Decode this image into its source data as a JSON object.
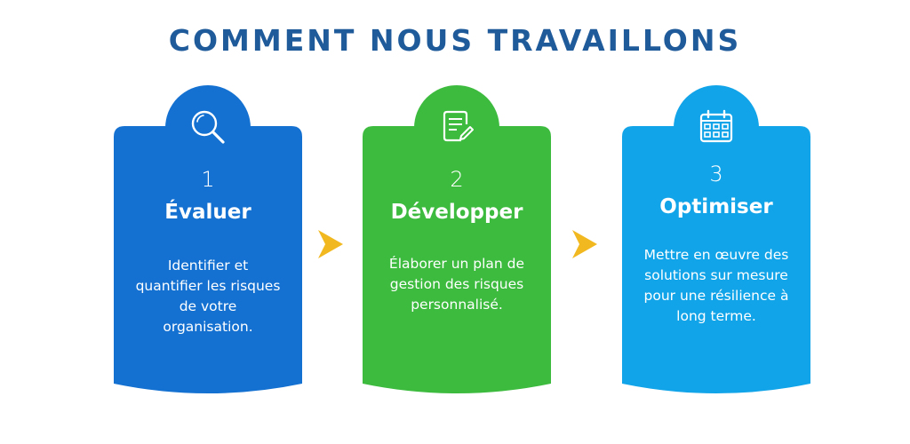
{
  "title": "COMMENT NOUS TRAVAILLONS",
  "colors": {
    "title": "#1f5a9a",
    "step1": "#1471d1",
    "step2": "#3dbb3f",
    "step3": "#12a4e8",
    "arrow": "#f1b81f"
  },
  "steps": [
    {
      "number": "1",
      "title": "Évaluer",
      "description": "Identifier et quantifier les risques de votre organisation.",
      "icon": "magnifier-icon"
    },
    {
      "number": "2",
      "title": "Développer",
      "description": "Élaborer un plan de gestion des risques personnalisé.",
      "icon": "document-edit-icon"
    },
    {
      "number": "3",
      "title": "Optimiser",
      "description": "Mettre en œuvre des solutions sur mesure pour une résilience à long terme.",
      "icon": "calendar-icon"
    }
  ]
}
